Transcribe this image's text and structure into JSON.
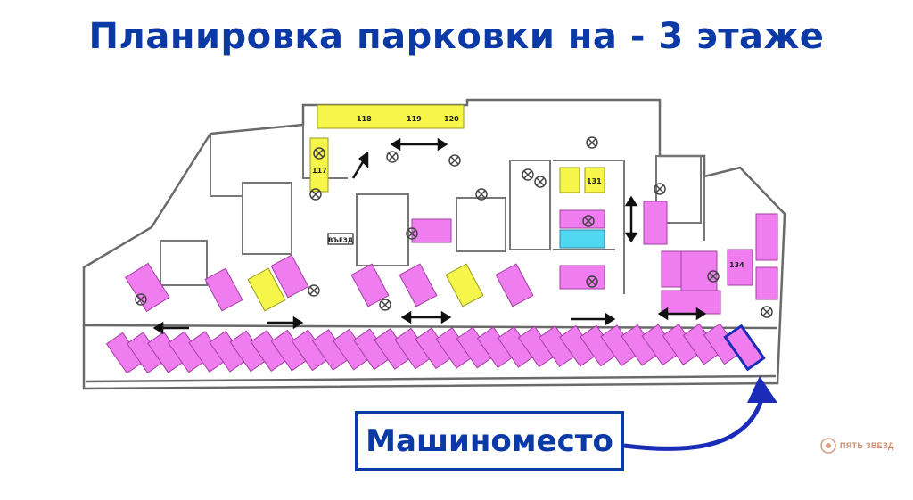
{
  "title": "Планировка парковки на - 3 этаже",
  "callout_label": "Машиноместо",
  "logo_text": "ПЯТЬ ЗВЕЗД",
  "colors": {
    "title": "#0b3aa6",
    "pink": "#f07df0",
    "yellow": "#f5f54a",
    "cyan": "#4fd6f0",
    "wall": "#6a6a6a"
  },
  "space_numbers": {
    "top_row": [
      "118",
      "119",
      "120"
    ],
    "left_column": [
      "117"
    ],
    "right_column": [
      "131"
    ],
    "corner": [
      "134"
    ]
  },
  "signs": [
    "ВЪЕЗД"
  ],
  "icons": [
    "pointer-arrow-icon",
    "direction-arrow-icon",
    "column-marker-icon",
    "star-logo-icon"
  ]
}
